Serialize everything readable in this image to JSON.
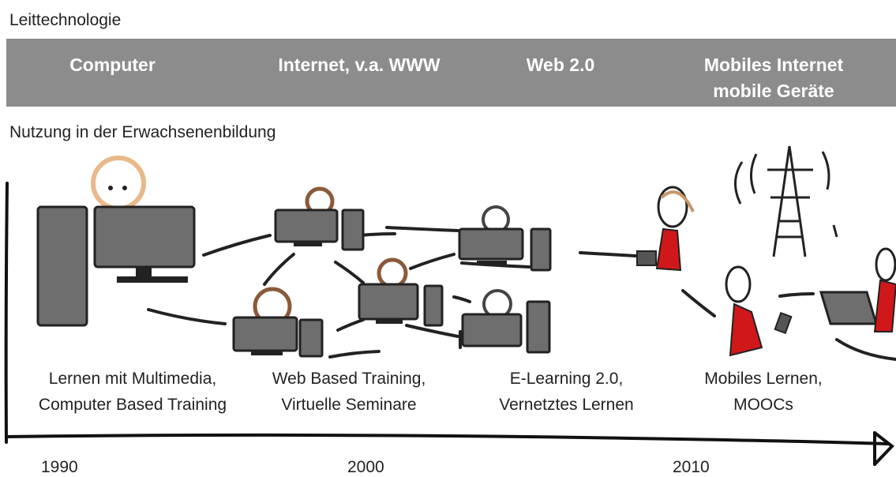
{
  "header": {
    "technology_label": "Leittechnologie",
    "usage_label": "Nutzung in der Erwachsenenbildung"
  },
  "technologies": [
    {
      "line1": "Computer",
      "line2": ""
    },
    {
      "line1": "Internet, v.a. WWW",
      "line2": ""
    },
    {
      "line1": "Web 2.0",
      "line2": ""
    },
    {
      "line1": "Mobiles Internet",
      "line2": "mobile Geräte"
    }
  ],
  "usages": [
    {
      "line1": "Lernen mit Multimedia,",
      "line2": "Computer Based Training"
    },
    {
      "line1": "Web Based Training,",
      "line2": "Virtuelle Seminare"
    },
    {
      "line1": "E-Learning 2.0,",
      "line2": "Vernetztes Lernen"
    },
    {
      "line1": "Mobiles Lernen,",
      "line2": "MOOCs"
    }
  ],
  "timeline": {
    "years": [
      "1990",
      "2000",
      "2010"
    ]
  },
  "colors": {
    "band": "#8c8c8c",
    "monitor": "#6e6e6e",
    "accent_red": "#d0181a",
    "hair": "#e8b98a"
  }
}
